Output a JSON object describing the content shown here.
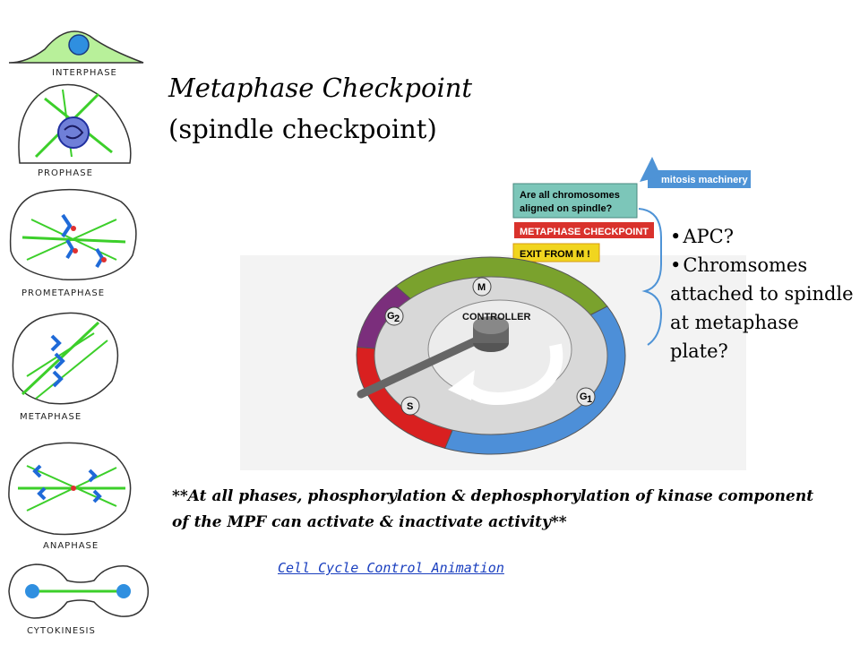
{
  "title": "Metaphase Checkpoint",
  "subtitle": "(spindle checkpoint)",
  "phases": [
    "INTERPHASE",
    "PROPHASE",
    "PROMETAPHASE",
    "METAPHASE",
    "ANAPHASE",
    "CYTOKINESIS"
  ],
  "diagram": {
    "mitosis_machinery": "mitosis machinery",
    "question": [
      "Are all chromosomes",
      "aligned on spindle?"
    ],
    "checkpoint": "METAPHASE CHECKPOINT",
    "exit": "EXIT FROM M !",
    "controller": "CONTROLLER",
    "phase_labels": {
      "m": "M",
      "g2": "G",
      "g2_sub": "2",
      "s": "S",
      "g1": "G",
      "g1_sub": "1"
    }
  },
  "bullets": [
    "APC?",
    "Chromsomes attached to spindle at metaphase plate?"
  ],
  "note": "**At all phases, phosphorylation & dephosphorylation of kinase component of the MPF can activate & inactivate activity**",
  "link_text": "Cell Cycle Control Animation",
  "colors": {
    "m_phase": "#7aa22d",
    "g2_phase": "#7b2e7c",
    "s_phase": "#d92020",
    "g1_phase": "#4d8fd8",
    "question_box": "#7cc6b9",
    "machinery_box": "#4e93d6",
    "checkpoint_box": "#d9322c",
    "exit_box": "#f1d51f",
    "link": "#1a3fbf"
  }
}
